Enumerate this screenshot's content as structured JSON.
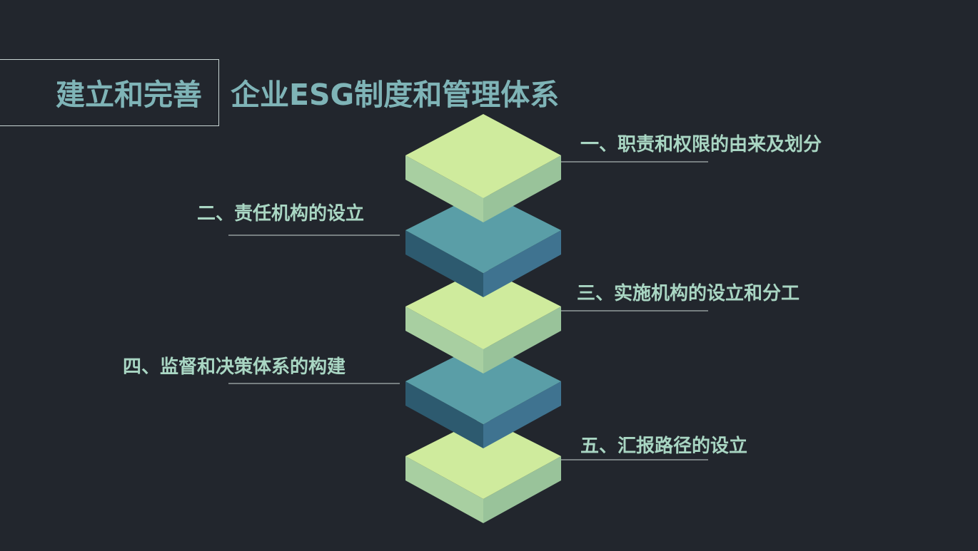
{
  "title": {
    "left": "建立和完善",
    "right": "企业ESG制度和管理体系"
  },
  "items": [
    {
      "label": "一、职责和权限的由来及划分"
    },
    {
      "label": "二、责任机构的设立"
    },
    {
      "label": "三、实施机构的设立和分工"
    },
    {
      "label": "四、监督和决策体系的构建"
    },
    {
      "label": "五、汇报路径的设立"
    }
  ],
  "colors": {
    "background": "#22262d",
    "title": "#7fb4b7",
    "label": "#a9d6c3",
    "light_top": "#cfeb9d",
    "light_left": "#a8cfa1",
    "light_right": "#99c39a",
    "dark_top": "#5a9ea7",
    "dark_left": "#2d5a6f",
    "dark_right": "#3f7390",
    "line": "#c9d6d4"
  }
}
